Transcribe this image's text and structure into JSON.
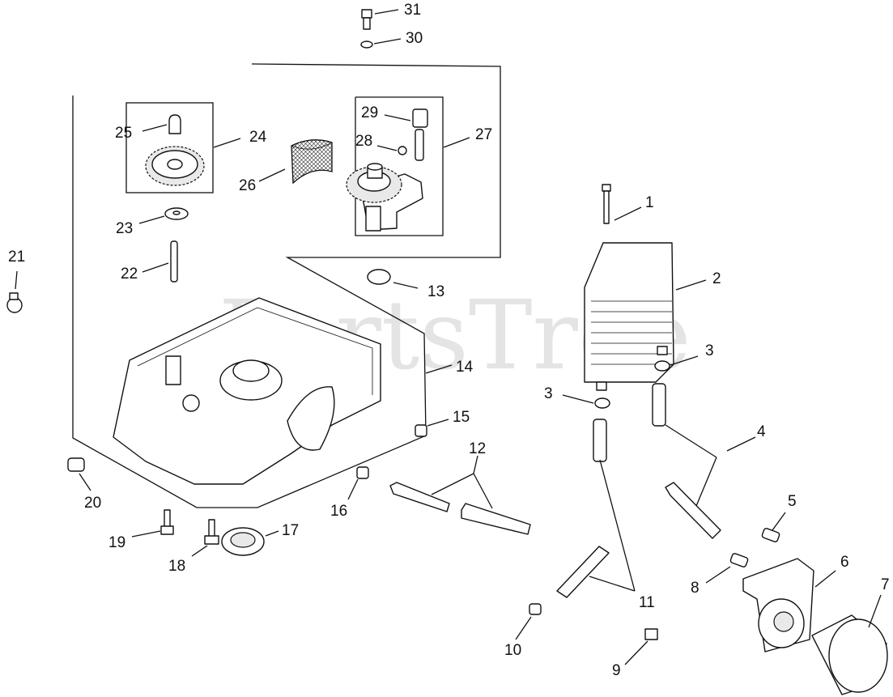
{
  "watermark": "PartsTree",
  "callouts": {
    "c1": "1",
    "c2": "2",
    "c3a": "3",
    "c3b": "3",
    "c4": "4",
    "c5": "5",
    "c6": "6",
    "c7": "7",
    "c8": "8",
    "c9": "9",
    "c10": "10",
    "c11": "11",
    "c12": "12",
    "c13": "13",
    "c14": "14",
    "c15": "15",
    "c16": "16",
    "c17": "17",
    "c18": "18",
    "c19": "19",
    "c20": "20",
    "c21": "21",
    "c22": "22",
    "c23": "23",
    "c24": "24",
    "c25": "25",
    "c26": "26",
    "c27": "27",
    "c28": "28",
    "c29": "29",
    "c30": "30",
    "c31": "31"
  }
}
